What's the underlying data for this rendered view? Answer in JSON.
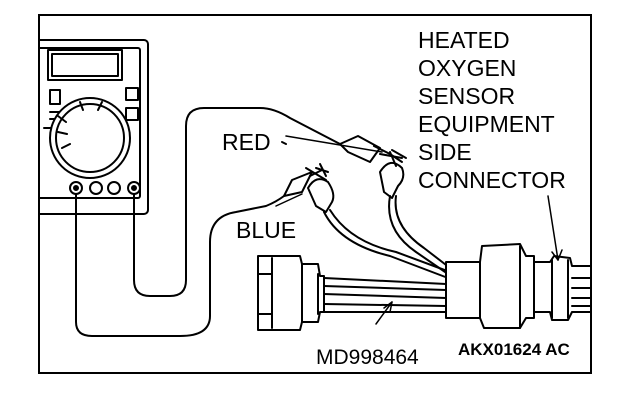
{
  "diagram": {
    "title_lines": [
      "HEATED",
      "OXYGEN",
      "SENSOR",
      "EQUIPMENT",
      "SIDE",
      "CONNECTOR"
    ],
    "label_red": "RED",
    "label_blue": "BLUE",
    "tool_label": "MD998464",
    "figure_code": "AKX01624 AC"
  },
  "icons": [
    "multimeter-icon",
    "test-probe-icon",
    "alligator-clip-icon",
    "harness-connector-icon"
  ]
}
